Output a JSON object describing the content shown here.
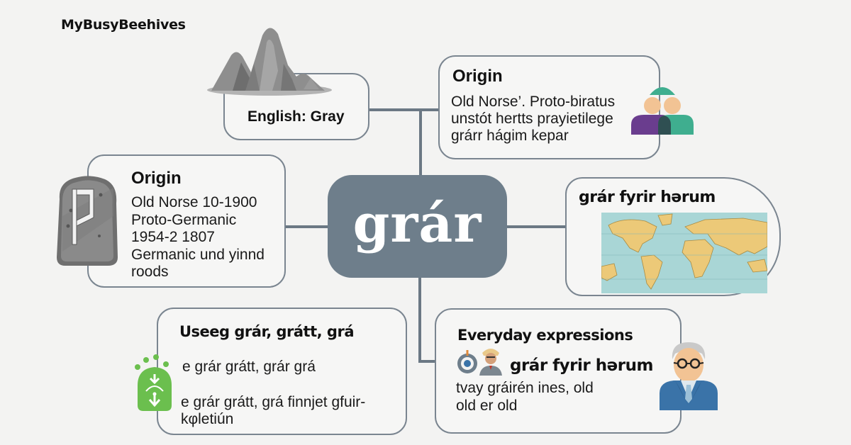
{
  "brand": {
    "name": "MyBusyBeehives"
  },
  "center": {
    "word": "grár"
  },
  "nodes": {
    "english": {
      "label": "English: Gray",
      "icon": "mountain-icon"
    },
    "origin_top": {
      "title": "Origin",
      "lines": [
        "Old Norse’. Proto-biratus",
        "unstót hertts prayietilege",
        "grárr hágim kepar"
      ],
      "icon": "people-icon"
    },
    "origin_left": {
      "title": "Origin",
      "lines": [
        "Old Norse 10-1900",
        "Proto-Germanic",
        "1954-2 1807",
        "Germanic und yinnd",
        "roods"
      ],
      "icon": "rune-stone-icon"
    },
    "map": {
      "title": "grár fyrir hərum",
      "icon": "world-map-icon"
    },
    "usage": {
      "title": "Useeg grár, grátt, grá",
      "lines": [
        "e grár grátt, grár grá",
        "e grár grátt, grá finnjet gfuir-",
        "kφletiún"
      ],
      "icon": "green-badge-icon"
    },
    "everyday": {
      "title": "Everyday expressions",
      "subtitle": "grár fyrir hərum",
      "lines": [
        "tvay gráirén ines, old",
        "old er old"
      ],
      "icons": [
        "target-icon",
        "person-icon",
        "old-man-icon"
      ]
    }
  },
  "colors": {
    "background": "#f3f3f2",
    "center_fill": "#6e7e8b",
    "border": "#7a8590",
    "connector": "#6b7884",
    "teal": "#3fae8f",
    "purple": "#6a3d8e",
    "skin": "#f2c394",
    "green": "#6bbf4e",
    "map_sea": "#a9d6d6",
    "map_land": "#ecc978",
    "suit_blue": "#3a73a8"
  }
}
